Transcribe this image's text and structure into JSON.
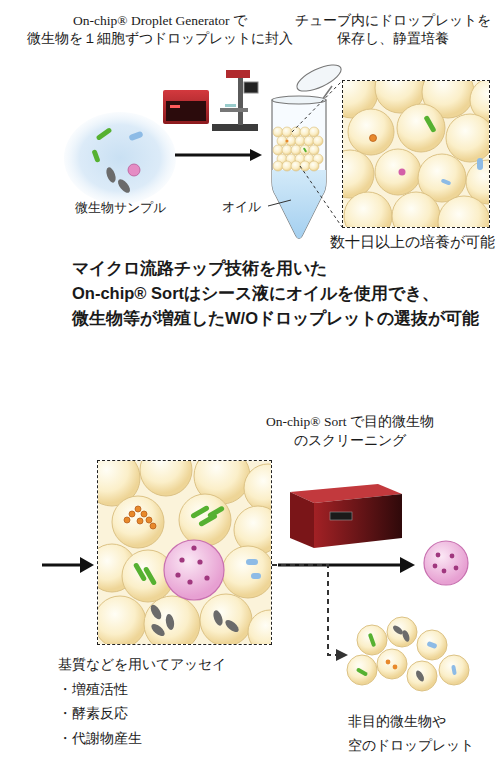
{
  "diagram": {
    "nodes": [
      {
        "text": [
          "微生物サンプル"
        ]
      },
      {
        "text": [
          "オイル"
        ]
      },
      {
        "text": [
          "数十日以上の培養が可能"
        ]
      },
      {
        "text": [
          "基質などを用いてアッセイ",
          "・増殖活性",
          "・酵素反応",
          "・代謝物産生"
        ]
      },
      {
        "text": [
          "非目的微生物や 空のドロップレット"
        ]
      }
    ],
    "edges": [
      {
        "from": 0,
        "to": 1,
        "arrow": "to"
      },
      {
        "from": 3,
        "to": 4,
        "arrow": "to"
      }
    ],
    "labels": [
      "On-chip® Droplet Generator で 微生物を１細胞ずつドロップレットに封入",
      "チューブ内にドロップレットを 保存し、静置培養",
      "マイクロ流路チップ技術を用いた On-chip® Sortはシース液にオイルを使用でき、 微生物等が増殖したW/Oドロップレットの選抜が可能",
      "On-chip® Sort で目的微生物 のスクリーニング"
    ]
  }
}
